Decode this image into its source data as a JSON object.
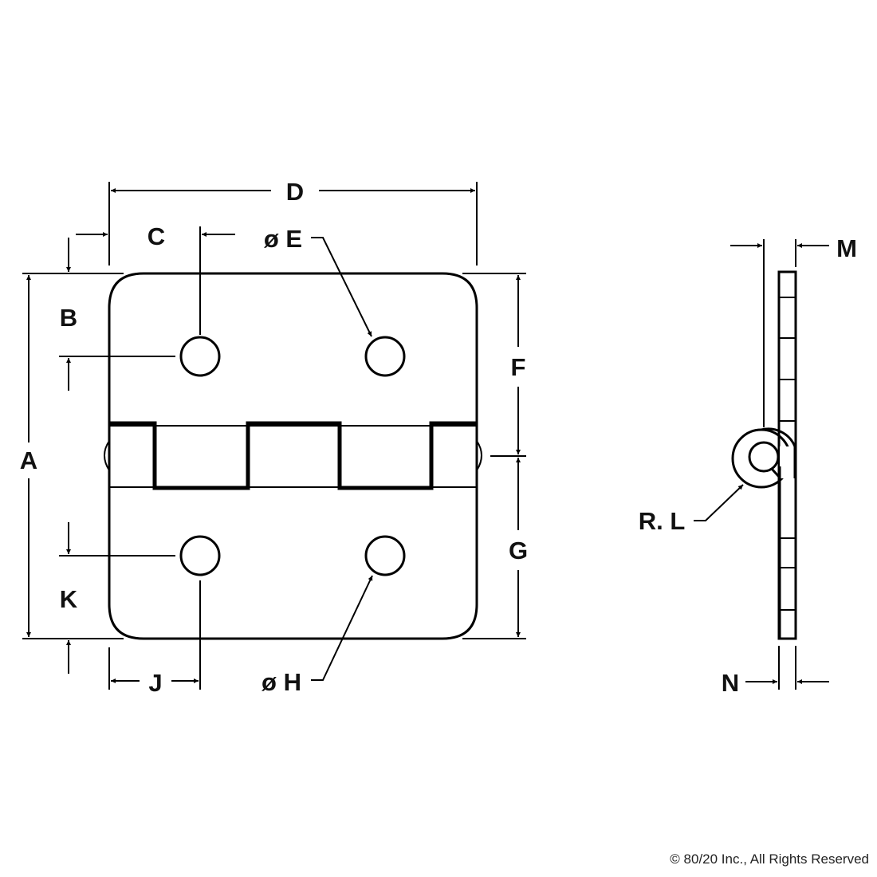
{
  "labels": {
    "A": "A",
    "B": "B",
    "C": "C",
    "D": "D",
    "E": "ø E",
    "F": "F",
    "G": "G",
    "H": "ø H",
    "J": "J",
    "K": "K",
    "L": "R. L",
    "M": "M",
    "N": "N"
  },
  "copyright": "© 80/20 Inc., All Rights Reserved",
  "colors": {
    "line": "#000000",
    "background": "#ffffff"
  }
}
